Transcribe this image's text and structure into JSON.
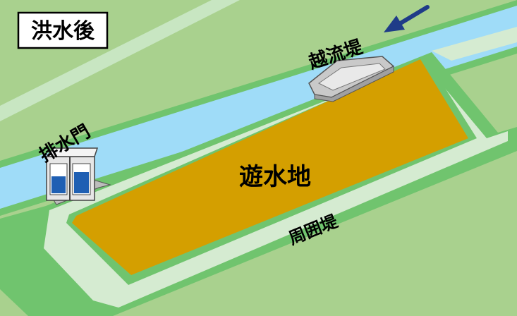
{
  "title": "洪水後",
  "labels": {
    "drain_gate": "排水門",
    "overflow_levee": "越流堤",
    "retarding_basin": "遊水地",
    "surrounding_levee": "周囲堤"
  },
  "colors": {
    "ground": "#a9d18e",
    "levee_edge": "#70c46e",
    "levee_crest": "#d5ebd1",
    "river": "#9fdcf8",
    "flood_water": "#d49f00",
    "arrow": "#1f3c88",
    "gate_water": "#1f5fb3"
  },
  "icons": {
    "flow_arrow": "arrow-down-left-icon",
    "gate": "drain-gate-structure-icon",
    "weir": "overflow-weir-structure-icon"
  }
}
